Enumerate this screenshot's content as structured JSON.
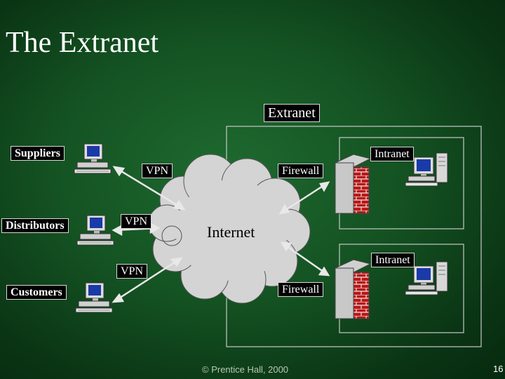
{
  "slide": {
    "title": "The Extranet",
    "footer": "© Prentice Hall, 2000",
    "page_number": "16"
  },
  "diagram": {
    "extranet_label": "Extranet",
    "internet_label": "Internet",
    "partners": [
      {
        "label": "Suppliers"
      },
      {
        "label": "Distributors"
      },
      {
        "label": "Customers"
      }
    ],
    "vpn_labels": [
      "VPN",
      "VPN",
      "VPN"
    ],
    "intranets": [
      {
        "label": "Intranet",
        "firewall_label": "Firewall"
      },
      {
        "label": "Intranet",
        "firewall_label": "Firewall"
      }
    ]
  },
  "colors": {
    "background": "#145222",
    "cloud": "#d4d4d4",
    "firewall_brick": "#b81818",
    "label_box": "#000000"
  }
}
